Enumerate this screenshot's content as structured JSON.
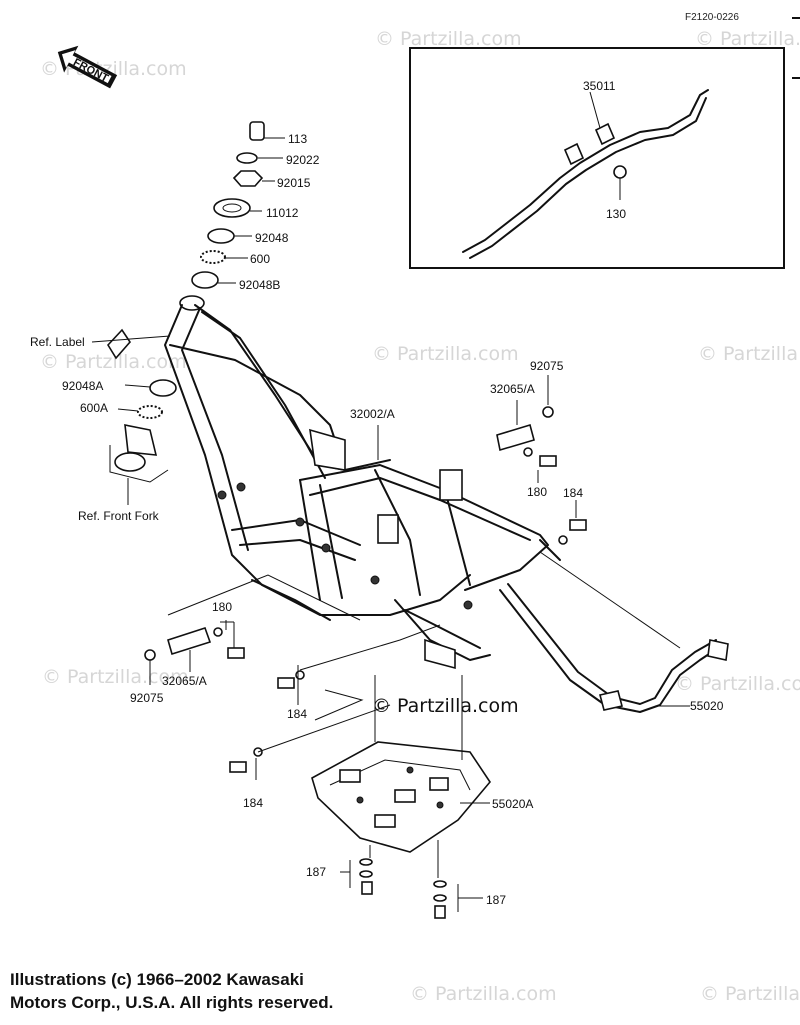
{
  "diagram": {
    "code": "F2120-0226",
    "front_badge": "FRONT",
    "watermark": "© Partzilla.com",
    "watermark_center": "© Partzilla.com",
    "parts": {
      "p113": "113",
      "p92022": "92022",
      "p92015": "92015",
      "p11012": "11012",
      "p92048": "92048",
      "p600": "600",
      "p92048B": "92048B",
      "ref_label": "Ref. Label",
      "p92048A": "92048A",
      "p600A": "600A",
      "ref_front_fork": "Ref. Front Fork",
      "p32002A": "32002/A",
      "p92075_top": "92075",
      "p32065A_top": "32065/A",
      "p180_right": "180",
      "p184_right": "184",
      "p35011": "35011",
      "p130": "130",
      "p180_left": "180",
      "p32065A_left": "32065/A",
      "p92075_left": "92075",
      "p184_mid": "184",
      "p55020": "55020",
      "p184_low": "184",
      "p55020A": "55020A",
      "p187_left": "187",
      "p187_right": "187"
    }
  },
  "footer": {
    "line1": "Illustrations (c) 1966–2002 Kawasaki",
    "line2": "Motors Corp., U.S.A.  All rights reserved."
  }
}
